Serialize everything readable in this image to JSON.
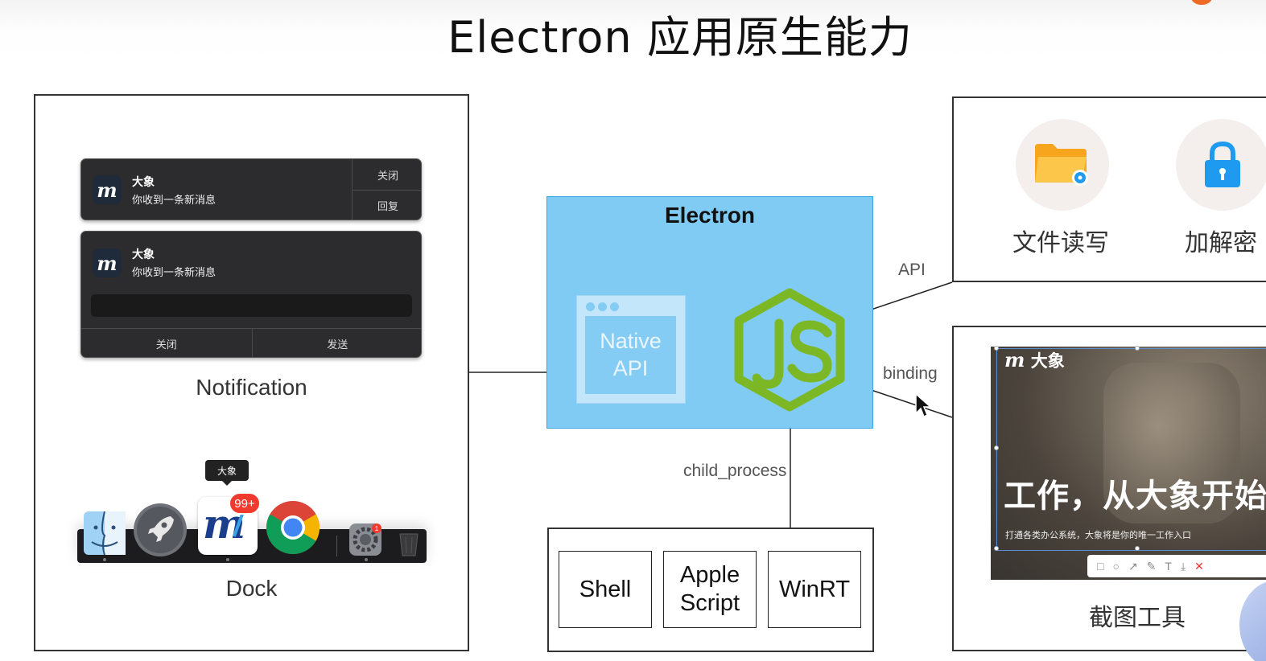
{
  "title": "Electron 应用原生能力",
  "notification_panel": {
    "notif1": {
      "app_name": "大象",
      "message": "你收到一条新消息",
      "actions": [
        "关闭",
        "回复"
      ]
    },
    "notif2": {
      "app_name": "大象",
      "message": "你收到一条新消息",
      "actions": [
        "关闭",
        "发送"
      ]
    },
    "notification_label": "Notification",
    "dock": {
      "tooltip": "大象",
      "badge": "99+",
      "label": "Dock"
    }
  },
  "electron": {
    "label": "Electron",
    "native_api_line1": "Native",
    "native_api_line2": "API"
  },
  "edges": {
    "api": "API",
    "binding": "binding",
    "child_process": "child_process"
  },
  "process_box": {
    "items": [
      "Shell",
      "Apple Script",
      "WinRT"
    ]
  },
  "capabilities": {
    "file_rw": "文件读写",
    "crypto": "加解密"
  },
  "screenshot_tool": {
    "brand": "大象",
    "headline": "工作，从大象开始",
    "subline": "打通各类办公系统，大象将是你的唯一工作入口",
    "label": "截图工具",
    "toolbar_icons": [
      "rect-icon",
      "circle-icon",
      "arrow-icon",
      "pen-icon",
      "text-icon",
      "download-icon",
      "close-icon"
    ]
  },
  "colors": {
    "electron_bg": "#80cbf4",
    "node_green": "#7cb726",
    "badge_red": "#f03a2e",
    "folder_orange": "#f7a51c",
    "lock_blue": "#1e9bf0"
  }
}
